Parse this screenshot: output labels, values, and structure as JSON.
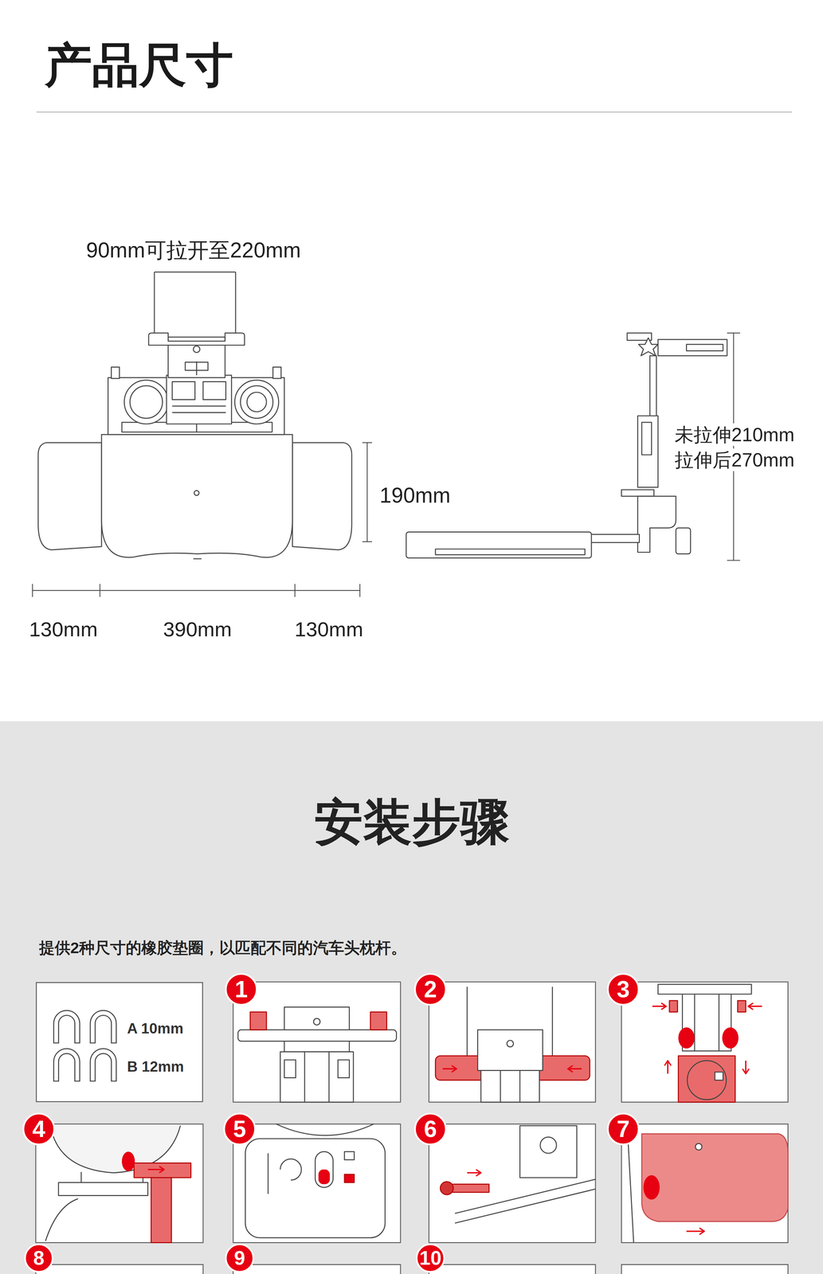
{
  "diagram": {
    "title": "产品尺寸",
    "nodes": [
      {
        "text": [
          "A 10mm",
          "B 12mm"
        ]
      },
      {
        "text": [
          "1"
        ]
      },
      {
        "text": [
          "2"
        ]
      },
      {
        "text": [
          "3"
        ]
      },
      {
        "text": [
          "4"
        ]
      },
      {
        "text": [
          "5"
        ]
      },
      {
        "text": [
          "6"
        ]
      },
      {
        "text": [
          "7"
        ]
      },
      {
        "text": [
          "8"
        ]
      },
      {
        "text": [
          "9"
        ]
      },
      {
        "text": [
          "10"
        ]
      }
    ],
    "labels": [
      "90mm可拉开至220mm",
      "190mm",
      "130mm",
      "390mm",
      "130mm",
      "未拉伸210mm",
      "拉伸后270mm",
      "安装步骤",
      "提供2种尺寸的橡胶垫圈，以匹配不同的汽车头枕杆。"
    ]
  }
}
